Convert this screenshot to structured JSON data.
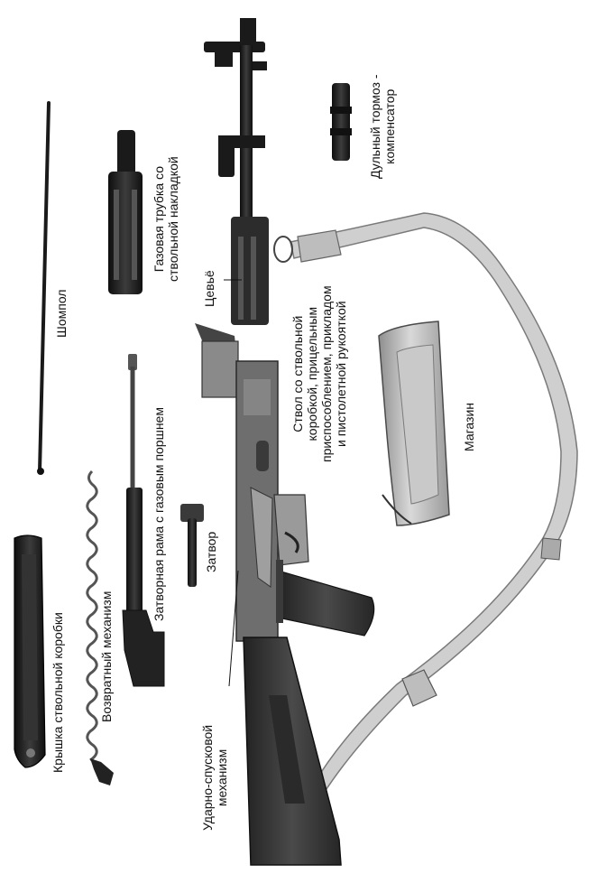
{
  "colors": {
    "background": "#ffffff",
    "metal_dark": "#1e1e1e",
    "metal_mid": "#4a4a4a",
    "wood": "#3a3a3a",
    "sling": "#cfcfcf",
    "sling_edge": "#8a8a8a",
    "magazine": "#bdbdbd",
    "text": "#111111"
  },
  "labels": {
    "muzzle_brake": [
      "Дульный тормоз -",
      "компенсатор"
    ],
    "gas_tube": [
      "Газовая трубка со",
      "ствольной накладкой"
    ],
    "cleaning_rod": [
      "Шомпол"
    ],
    "handguard": [
      "Цевьё"
    ],
    "receiver_barrel": [
      "Ствол со ствольной",
      "коробкой, прицельным",
      "приспособлением, прикладом",
      "и пистолетной рукояткой"
    ],
    "magazine": [
      "Магазин"
    ],
    "bolt_carrier": [
      "Затворная рама с газовым поршнем"
    ],
    "bolt": [
      "Затвор"
    ],
    "recoil_spring": [
      "Возвратный механизм"
    ],
    "receiver_cover": [
      "Крышка ствольной коробки"
    ],
    "trigger": [
      "Ударно-спусковой",
      "механизм"
    ]
  },
  "icons": {
    "rifle": "ak-rifle-body-icon",
    "muzzle_brake": "muzzle-brake-icon",
    "gas_tube": "gas-tube-icon",
    "cleaning_rod": "cleaning-rod-icon",
    "magazine": "magazine-icon",
    "sling": "sling-icon",
    "bolt_carrier": "bolt-carrier-icon",
    "bolt": "bolt-icon",
    "recoil_spring": "recoil-spring-icon",
    "receiver_cover": "receiver-cover-icon"
  }
}
